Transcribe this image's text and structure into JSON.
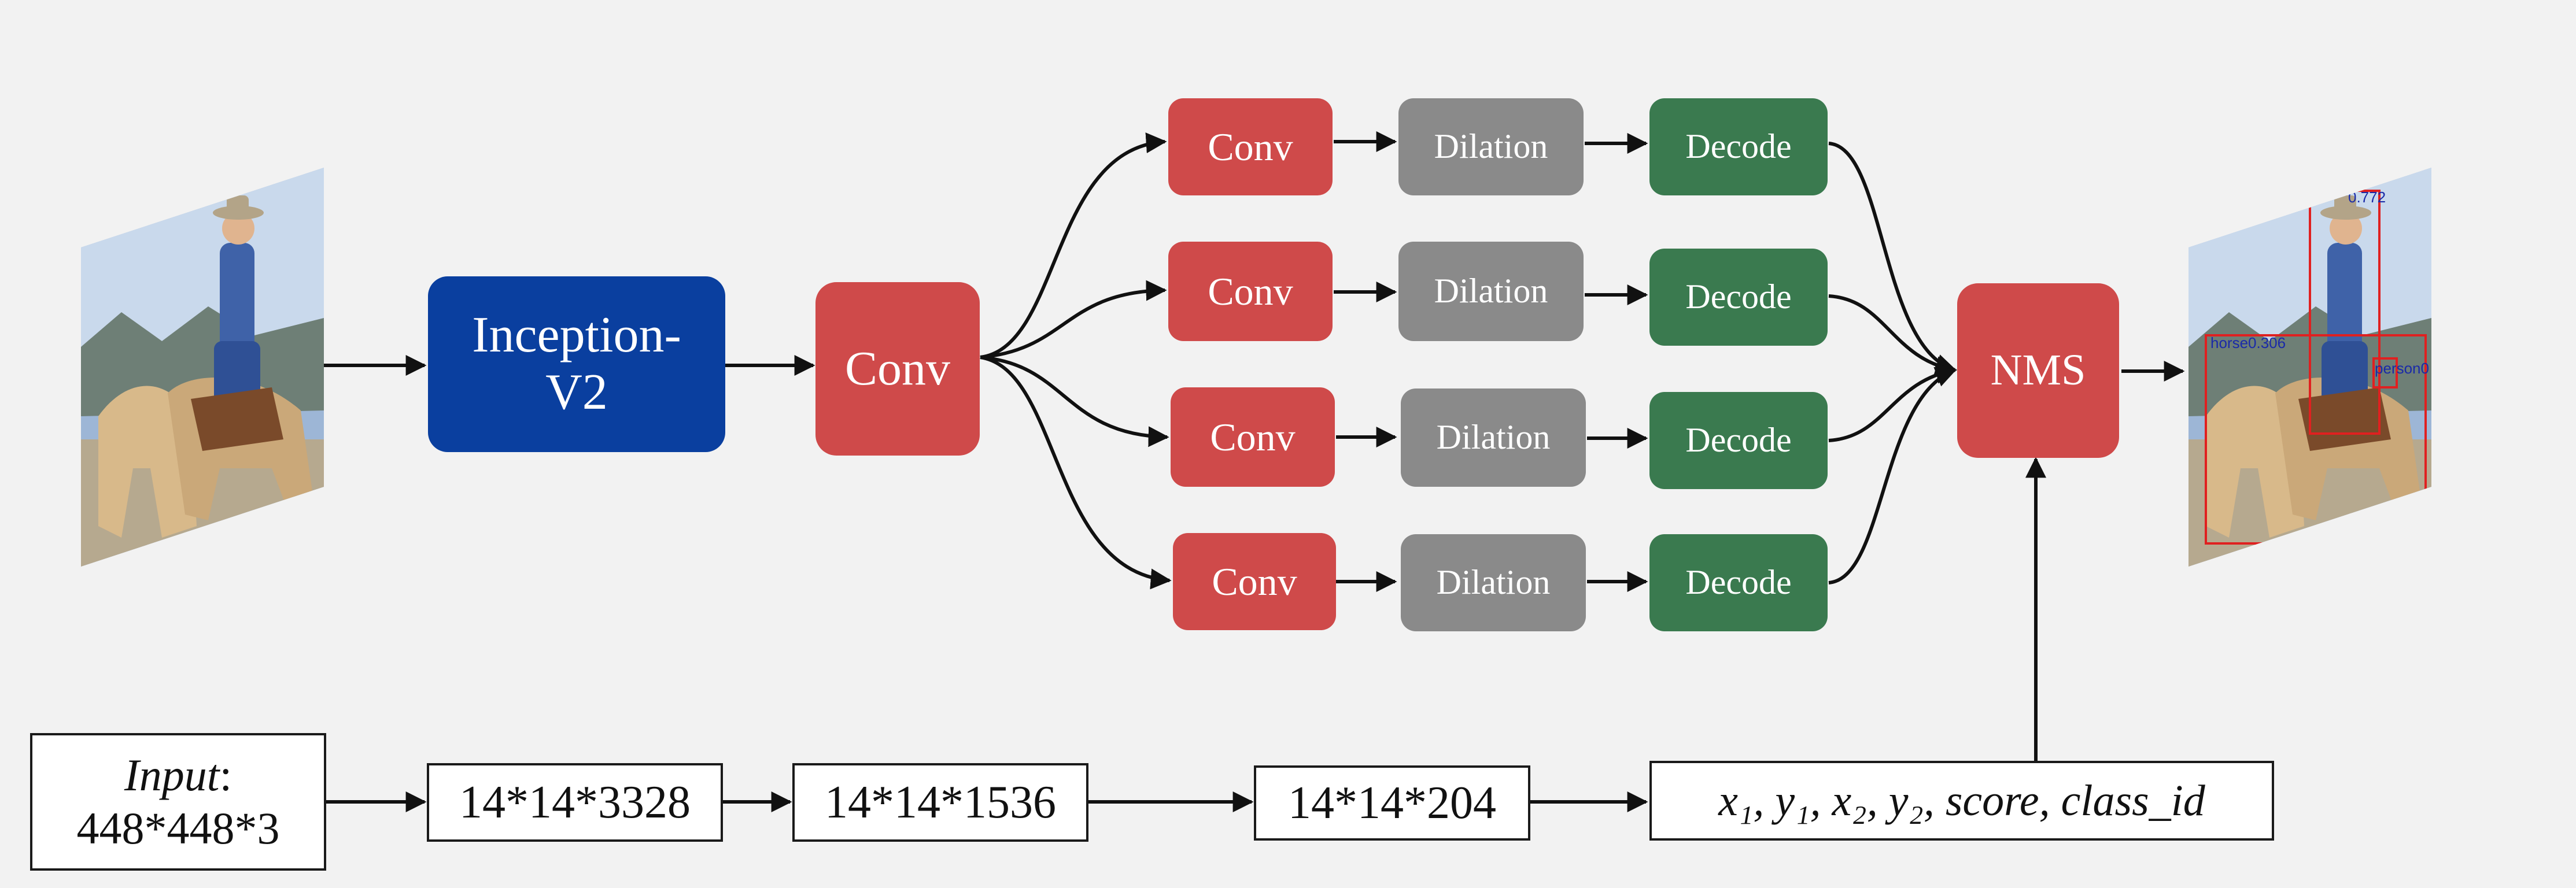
{
  "nodes": {
    "backbone_line1": "Inception-",
    "backbone_line2": "V2",
    "conv_main": "Conv",
    "branches": [
      {
        "conv": "Conv",
        "dilation": "Dilation",
        "decode": "Decode"
      },
      {
        "conv": "Conv",
        "dilation": "Dilation",
        "decode": "Decode"
      },
      {
        "conv": "Conv",
        "dilation": "Dilation",
        "decode": "Decode"
      },
      {
        "conv": "Conv",
        "dilation": "Dilation",
        "decode": "Decode"
      }
    ],
    "nms": "NMS"
  },
  "shapes": {
    "input_label": "Input",
    "input_colon": ":",
    "input_size": "448*448*3",
    "feat1": "14*14*3328",
    "feat2": "14*14*1536",
    "feat3": "14*14*204",
    "output": "x₁, y₁, x₂, y₂, score, class_id"
  },
  "detections": {
    "box_a": "horse0.306",
    "box_b": "person0",
    "box_c": "0.772"
  },
  "colors": {
    "conv": "#cf4a4a",
    "backbone": "#0a3f9f",
    "dilation": "#8a8a8a",
    "decode": "#3a7a4f",
    "detection_box": "#e02020",
    "detection_text": "#1a2aa8"
  }
}
